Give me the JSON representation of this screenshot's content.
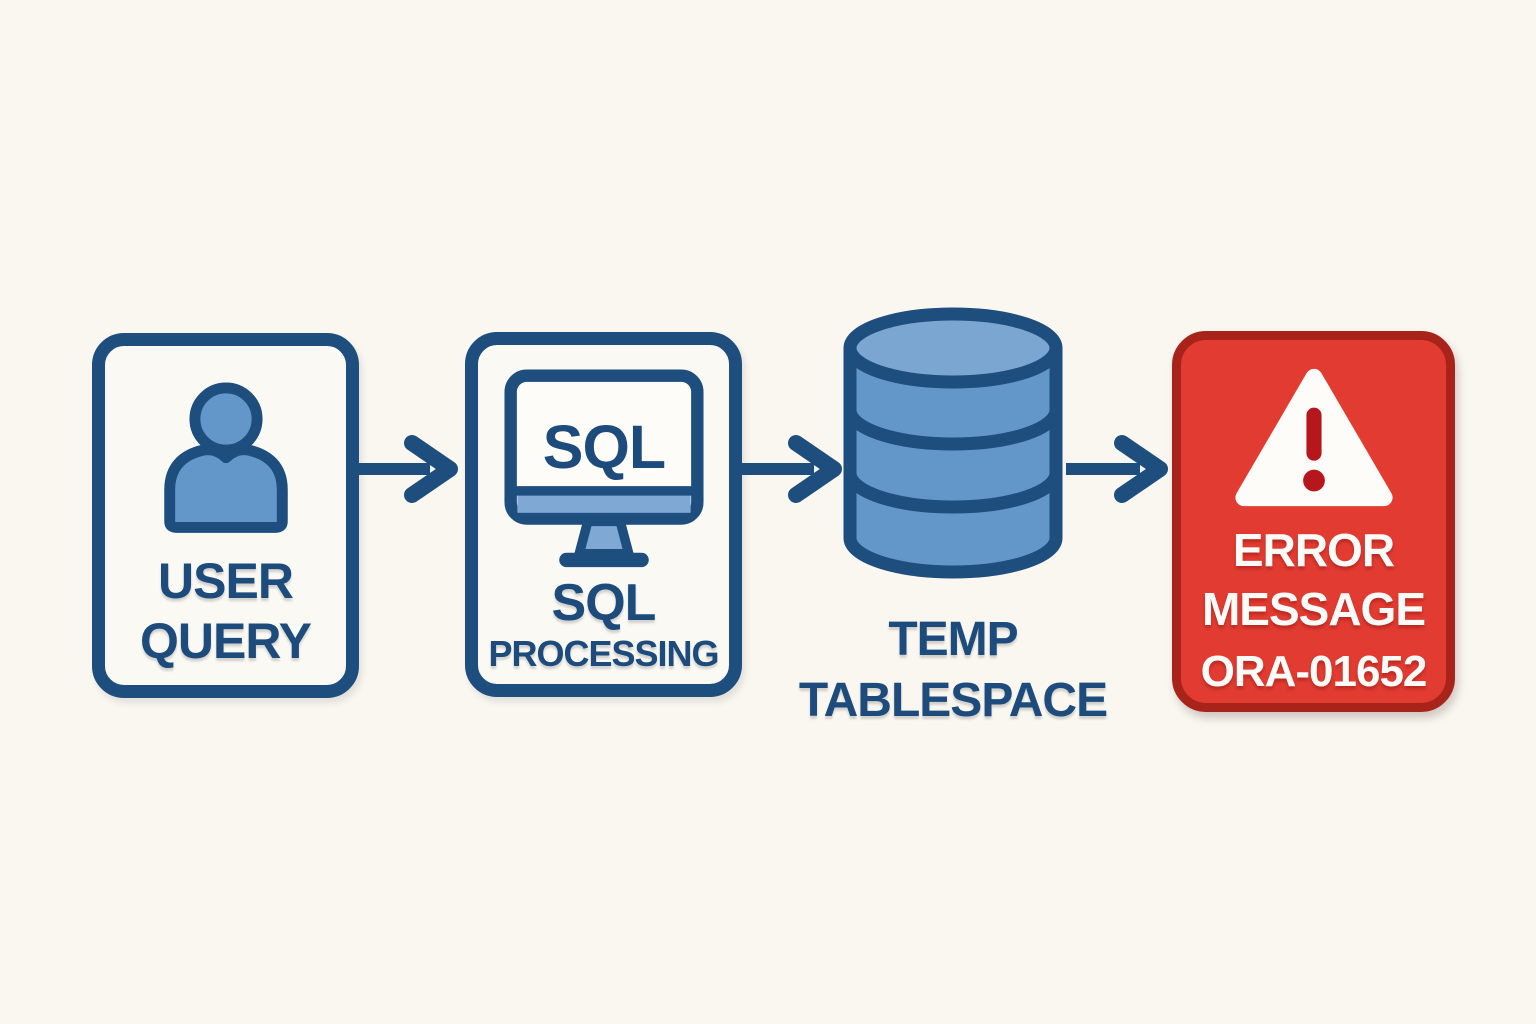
{
  "diagram": {
    "background_color": "#faf7f1",
    "palette": {
      "navy_outline": "#1d4e7e",
      "navy_text": "#1d4b7c",
      "light_blue_fill": "#6497c9",
      "lighter_blue_fill": "#7ba6d2",
      "red_fill": "#e23c32",
      "dark_red_border": "#a8231a",
      "exclamation_red": "#b6171c",
      "box_fill": "#fbf9f4",
      "white_text": "#fdfcf8"
    },
    "nodes": [
      {
        "id": "user-query",
        "icon": "person-icon",
        "label_line1": "USER",
        "label_line2": "QUERY"
      },
      {
        "id": "sql-processing",
        "icon": "monitor-icon",
        "screen_text": "SQL",
        "label_line1": "SQL",
        "label_line2": "PROCESSING"
      },
      {
        "id": "temp-tablespace",
        "icon": "database-icon",
        "label_line1": "TEMP",
        "label_line2": "TABLESPACE"
      },
      {
        "id": "error-message",
        "icon": "warning-triangle-icon",
        "label_line1": "ERROR",
        "label_line2": "MESSAGE",
        "label_line3": "ORA-01652"
      }
    ],
    "connections": [
      {
        "from": "user-query",
        "to": "sql-processing"
      },
      {
        "from": "sql-processing",
        "to": "temp-tablespace"
      },
      {
        "from": "temp-tablespace",
        "to": "error-message"
      }
    ]
  }
}
